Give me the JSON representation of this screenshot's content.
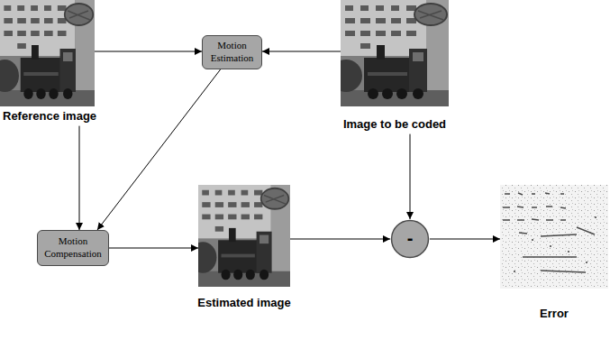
{
  "diagram": {
    "nodes": [
      {
        "text": [
          "Reference image"
        ]
      },
      {
        "text": [
          "Motion Estimation"
        ]
      },
      {
        "text": [
          "Image to be coded"
        ]
      },
      {
        "text": [
          "Motion Compensation"
        ]
      },
      {
        "text": [
          "Estimated image"
        ]
      },
      {
        "text": [
          "-"
        ]
      },
      {
        "text": [
          "Error"
        ]
      }
    ],
    "edges": [
      {
        "from": 0,
        "to": 1,
        "arrow": "to"
      },
      {
        "from": 2,
        "to": 1,
        "arrow": "to"
      },
      {
        "from": 1,
        "to": 3,
        "arrow": "to"
      },
      {
        "from": 0,
        "to": 3,
        "arrow": "to"
      },
      {
        "from": 3,
        "to": 4,
        "arrow": "to"
      },
      {
        "from": 4,
        "to": 5,
        "arrow": "to"
      },
      {
        "from": 2,
        "to": 5,
        "arrow": "to"
      },
      {
        "from": 5,
        "to": 6,
        "arrow": "to"
      }
    ]
  }
}
